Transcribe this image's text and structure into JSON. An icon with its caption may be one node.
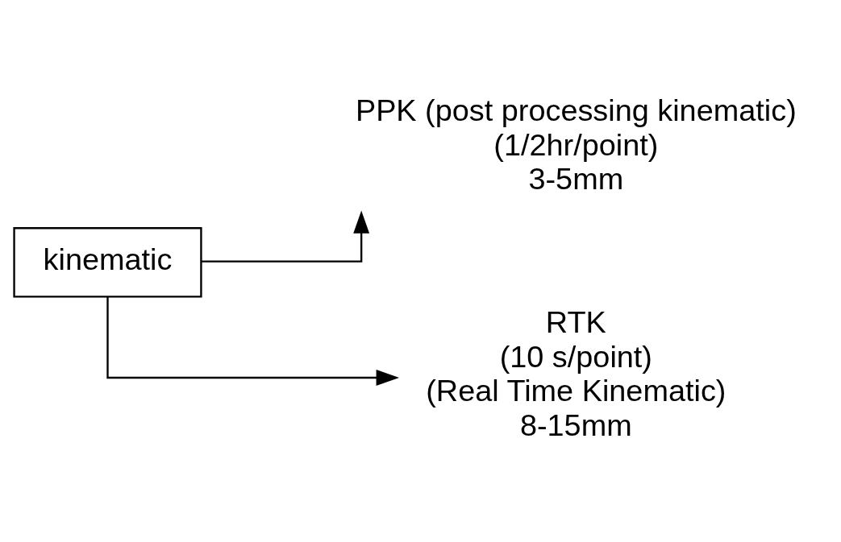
{
  "diagram": {
    "nodes": [
      {
        "text": [
          "kinematic"
        ]
      },
      {
        "text": [
          "PPK (post processing kinematic)"
        ],
        "beside": [
          "(1/2hr/point)",
          "3-5mm"
        ]
      },
      {
        "text": [
          "RTK"
        ],
        "beside": [
          "(10 s/point)",
          "(Real Time Kinematic)",
          "8-15mm"
        ]
      }
    ],
    "edges": [
      {
        "from": 0,
        "to": 1,
        "arrow": "to"
      },
      {
        "from": 0,
        "to": 2,
        "arrow": "to"
      }
    ]
  }
}
